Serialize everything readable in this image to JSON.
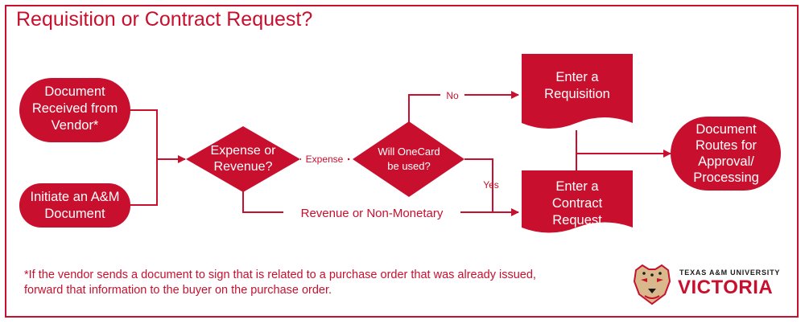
{
  "title": "Requisition or Contract Request?",
  "nodes": {
    "document_received": [
      "Document",
      "Received from",
      "Vendor*"
    ],
    "initiate_document": [
      "Initiate an A&M",
      "Document"
    ],
    "expense_or_revenue": [
      "Expense or",
      "Revenue?"
    ],
    "onecard": [
      "Will OneCard",
      "be used?"
    ],
    "requisition": [
      "Enter a",
      "Requisition"
    ],
    "contract_request": [
      "Enter a",
      "Contract",
      "Request"
    ],
    "routes": [
      "Document",
      "Routes for",
      "Approval/",
      "Processing"
    ]
  },
  "edge_labels": {
    "expense": "Expense",
    "no": "No",
    "yes": "Yes",
    "revenue": "Revenue or Non-Monetary"
  },
  "footnote": "*If the vendor sends a document to sign that is related to a purchase order that was already issued, forward that information to the buyer on the purchase order.",
  "logo": {
    "top_text": "TEXAS A&M UNIVERSITY",
    "main_text": "VICTORIA"
  },
  "colors": {
    "primary": "#c8102e",
    "background": "#ffffff"
  }
}
